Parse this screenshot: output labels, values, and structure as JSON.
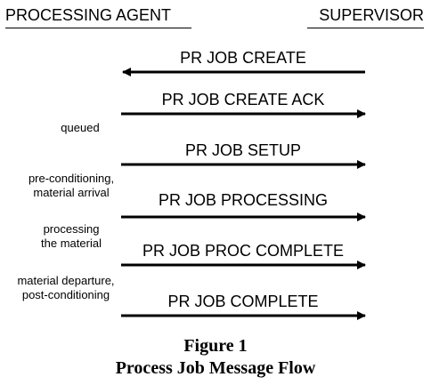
{
  "headers": {
    "left": "PROCESSING AGENT",
    "right": "SUPERVISOR"
  },
  "messages": [
    {
      "label": "PR JOB CREATE",
      "direction": "left"
    },
    {
      "label": "PR JOB CREATE ACK",
      "direction": "right"
    },
    {
      "label": "PR JOB SETUP",
      "direction": "right"
    },
    {
      "label": "PR JOB PROCESSING",
      "direction": "right"
    },
    {
      "label": "PR JOB PROC COMPLETE",
      "direction": "right"
    },
    {
      "label": "PR JOB COMPLETE",
      "direction": "right"
    }
  ],
  "notes": [
    {
      "lines": [
        "queued"
      ]
    },
    {
      "lines": [
        "pre-conditioning,",
        "material arrival"
      ]
    },
    {
      "lines": [
        "processing",
        "the material"
      ]
    },
    {
      "lines": [
        "material departure,",
        "post-conditioning"
      ]
    }
  ],
  "caption": {
    "figure": "Figure 1",
    "title": "Process Job Message Flow"
  }
}
